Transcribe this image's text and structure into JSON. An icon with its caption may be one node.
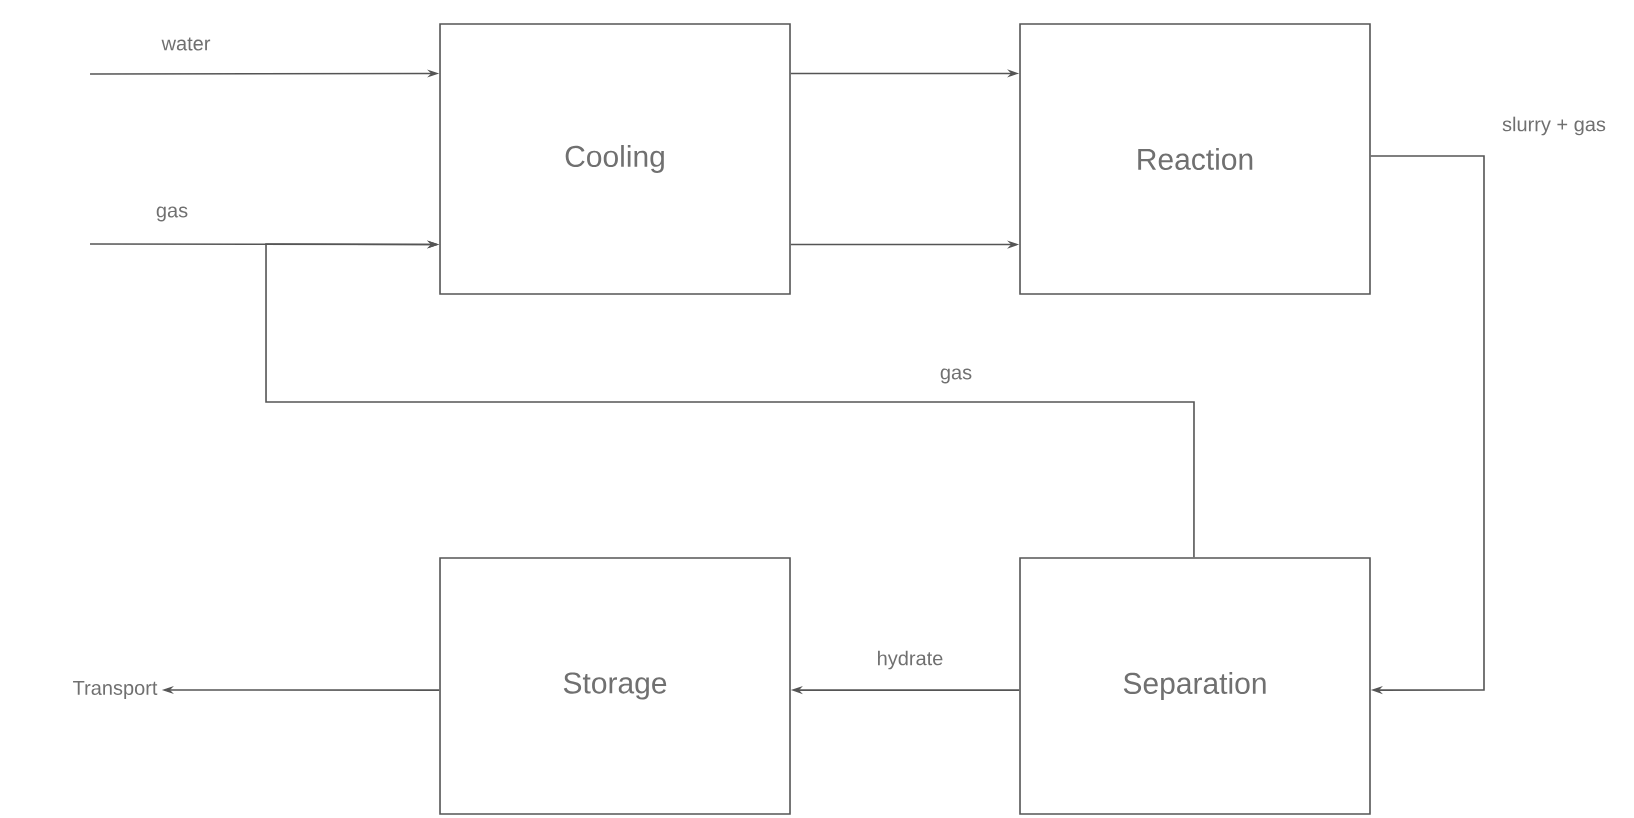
{
  "diagram": {
    "nodes": [
      {
        "text": [
          "Cooling"
        ]
      },
      {
        "text": [
          "Reaction"
        ]
      },
      {
        "text": [
          "Transport"
        ]
      },
      {
        "text": [
          "Storage"
        ]
      },
      {
        "text": [
          "Separation"
        ]
      }
    ],
    "edges": [
      {
        "from": null,
        "to": 0,
        "arrow": "to",
        "label": "water"
      },
      {
        "from": null,
        "to": 0,
        "arrow": "to",
        "label": "gas"
      },
      {
        "from": 0,
        "to": 1,
        "arrow": "to"
      },
      {
        "from": 0,
        "to": 1,
        "arrow": "to"
      },
      {
        "from": 1,
        "to": 4,
        "arrow": "to",
        "label": "slurry + gas"
      },
      {
        "from": 4,
        "to": 0,
        "arrow": "to",
        "label": "gas"
      },
      {
        "from": 4,
        "to": 3,
        "arrow": "to",
        "label": "hydrate"
      },
      {
        "from": 3,
        "to": 2,
        "arrow": "to"
      }
    ]
  }
}
